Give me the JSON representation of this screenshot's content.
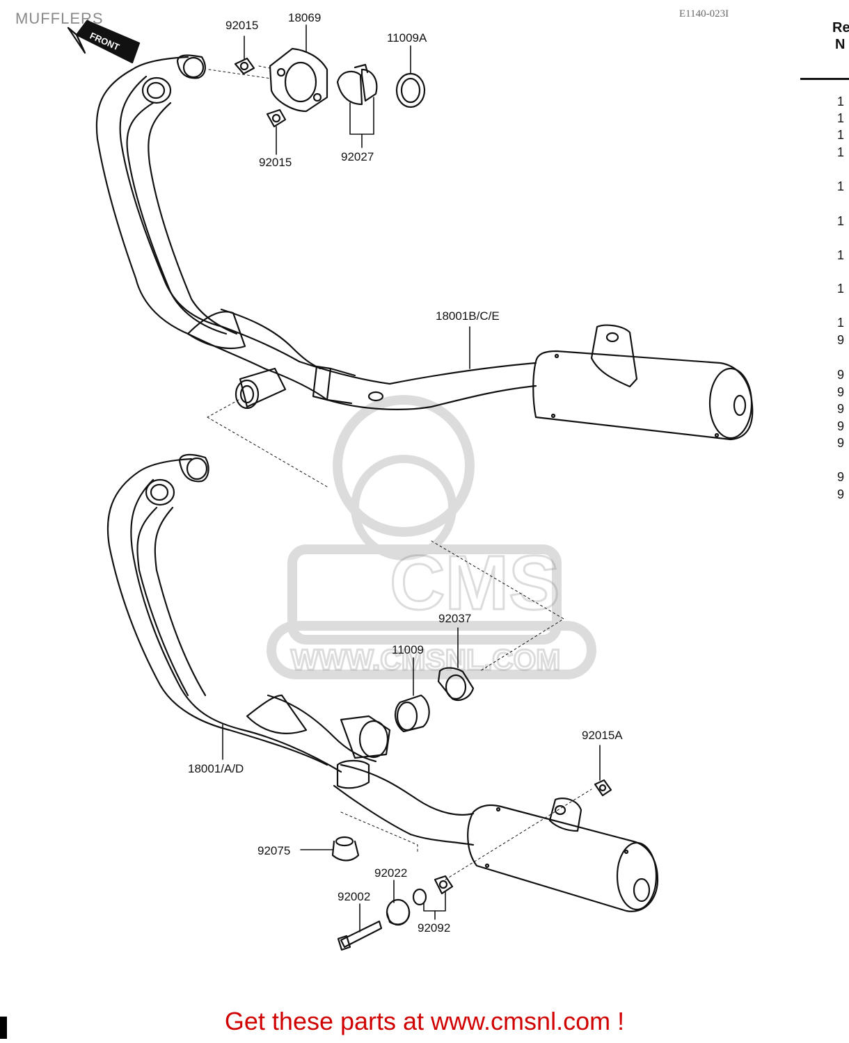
{
  "page": {
    "title": "MUFFLERS",
    "diagram_code": "E1140-023I",
    "cta": "Get these parts at www.cmsnl.com !"
  },
  "front_tag": "FRONT",
  "watermark": {
    "logo": "CMS",
    "url": "WWW.CMSNL.COM"
  },
  "parts": {
    "p92015_top": "92015",
    "p18069": "18069",
    "p11009A": "11009A",
    "p92015_bottom": "92015",
    "p92027": "92027",
    "p18001BCE": "18001B/C/E",
    "p92037": "92037",
    "p11009": "11009",
    "p18001AD": "18001/A/D",
    "p92015A": "92015A",
    "p92075": "92075",
    "p92022": "92022",
    "p92002": "92002",
    "p92092": "92092"
  },
  "ref_table": {
    "header_line1": "Re",
    "header_line2": "N",
    "rows": [
      "1",
      "1",
      "1",
      "1",
      "1",
      "1",
      "1",
      "1",
      "1",
      "9",
      "9",
      "9",
      "9",
      "9",
      "9",
      "9",
      "9"
    ]
  }
}
